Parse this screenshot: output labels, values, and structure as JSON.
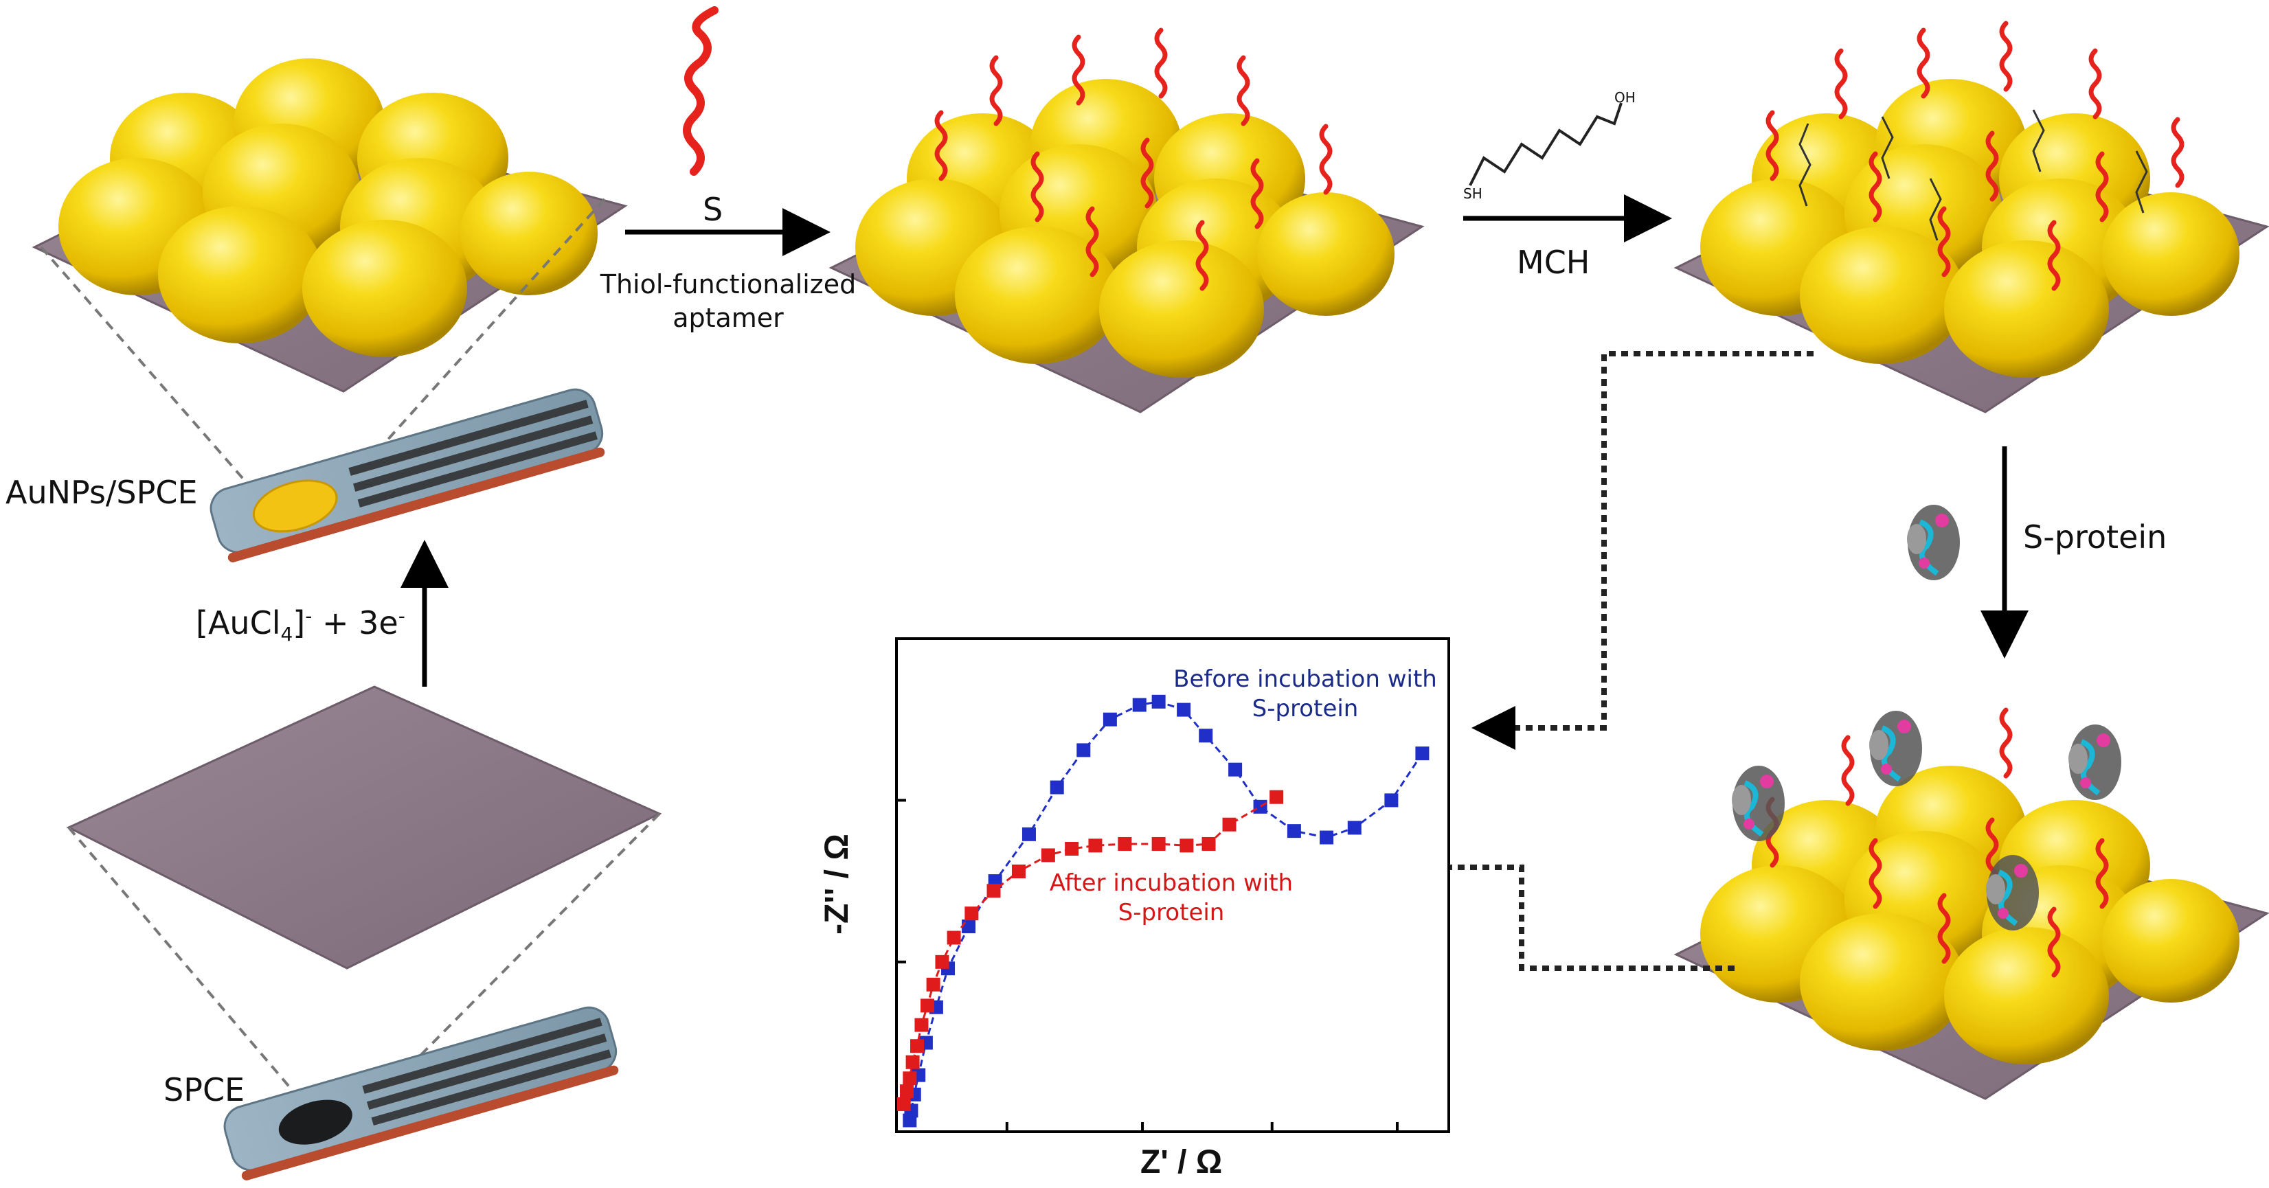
{
  "labels": {
    "reagent_s": "S",
    "aptamer_line1": "Thiol-functionalized",
    "aptamer_line2": "aptamer",
    "mch": "MCH",
    "mch_sh": "SH",
    "mch_oh": "OH",
    "auNPs_spce": "AuNPs/SPCE",
    "spce": "SPCE",
    "aucl4_pre": "[AuCl",
    "aucl4_sub": "4",
    "aucl4_sup": "-",
    "aucl4_post": " + 3e",
    "aucl4_e_sup": "-",
    "s_protein": "S-protein"
  },
  "colors": {
    "gold": "#f2cf12",
    "gold_dark": "#c9a200",
    "substrate": "#8d7a88",
    "aptamer": "#e5221b",
    "electrode": "#8da7b8",
    "electrode_track": "#3a3d40",
    "before_series": "#1f2fc8",
    "after_series": "#e01b1b",
    "before_text": "#1a2a8a",
    "after_text": "#d41616"
  },
  "chart_data": {
    "type": "scatter",
    "xlabel": "Z' / Ω",
    "ylabel": "-Z'' / Ω",
    "grid": false,
    "series": [
      {
        "name": "Before incubation with S-protein",
        "label_line1": "Before incubation with",
        "label_line2": "S-protein",
        "x": [
          0.4,
          0.5,
          0.7,
          1.0,
          1.5,
          2.2,
          3.0,
          4.4,
          6.2,
          8.5,
          10.4,
          12.2,
          14.0,
          16.0,
          17.3,
          19.0,
          20.5,
          22.5,
          24.2,
          26.5,
          28.7,
          30.6,
          33.1,
          35.2
        ],
        "y": [
          0.2,
          0.8,
          1.8,
          3.0,
          5.0,
          7.2,
          9.6,
          12.2,
          15.0,
          17.9,
          20.8,
          23.1,
          25.0,
          25.9,
          26.1,
          25.6,
          24.0,
          21.9,
          19.6,
          18.1,
          17.7,
          18.3,
          20.0,
          22.9
        ]
      },
      {
        "name": "After incubation with S-protein",
        "label_line1": "After incubation with",
        "label_line2": "S-protein",
        "x": [
          0.0,
          0.2,
          0.4,
          0.6,
          0.9,
          1.2,
          1.6,
          2.0,
          2.6,
          3.4,
          4.6,
          6.1,
          7.8,
          9.8,
          11.4,
          13.0,
          15.0,
          17.3,
          19.2,
          20.7,
          22.1,
          25.3
        ],
        "y": [
          1.2,
          2.0,
          2.8,
          3.8,
          4.8,
          6.1,
          7.3,
          8.6,
          10.0,
          11.5,
          13.0,
          14.4,
          15.6,
          16.6,
          17.0,
          17.2,
          17.3,
          17.3,
          17.2,
          17.3,
          18.5,
          20.2
        ]
      }
    ],
    "xlim": [
      -0.5,
      37
    ],
    "ylim": [
      -0.5,
      30
    ]
  }
}
